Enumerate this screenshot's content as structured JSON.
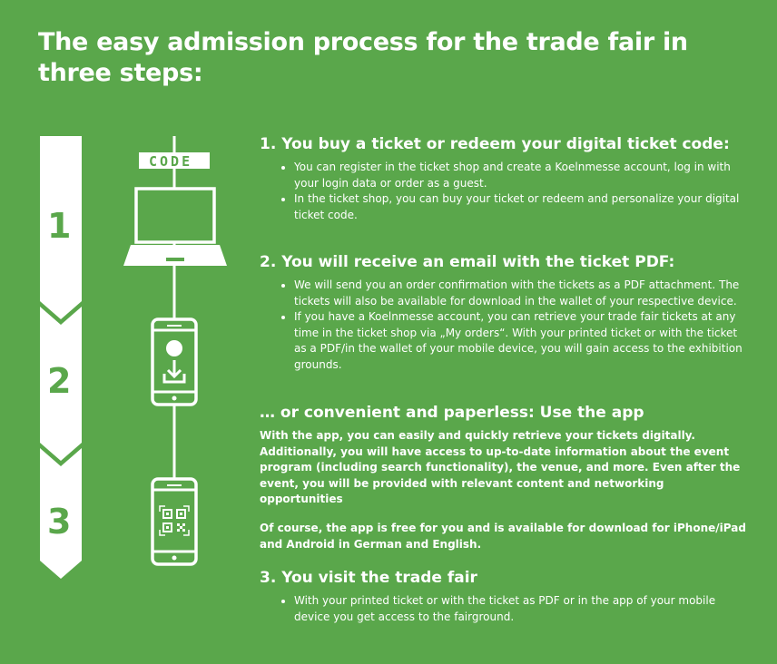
{
  "title": "The easy admission process for the trade fair in three steps:",
  "steps": {
    "numbers": [
      "1",
      "2",
      "3"
    ],
    "code_label": "CODE"
  },
  "icons": [
    "laptop-icon",
    "smartphone-download-icon",
    "smartphone-qr-icon"
  ],
  "section1": {
    "heading": "1. You buy a ticket or redeem your digital ticket code:",
    "bullets": [
      "You can register in the ticket shop and create a Koelnmesse account, log in with your login data or order as a guest.",
      "In the ticket shop, you can buy your ticket or redeem and personalize your digital ticket code."
    ]
  },
  "section2": {
    "heading": "2. You will receive an email with the ticket PDF:",
    "bullets": [
      "We will send you an order confirmation with the tickets as a PDF attachment. The tickets will also be available for download in the wallet of your respective device.",
      "If you have a Koelnmesse account, you can retrieve your trade fair tickets at any time in the ticket shop via „My orders“. With your printed ticket or with the ticket as a PDF/in the wallet of your mobile device, you will gain access to the exhibition grounds."
    ]
  },
  "section_app": {
    "heading": "… or convenient and paperless: Use the app",
    "paragraphs": [
      "With the app, you can easily and quickly retrieve your tickets digitally. Additionally, you will have access to up-to-date information about the event program (including search functionality), the venue, and more. Even after the event, you will be provided with relevant content and networking opportunities",
      "Of course, the app is free for you and is available for download for iPhone/iPad and Android in German and English."
    ]
  },
  "section3": {
    "heading": "3. You visit the trade fair",
    "bullets": [
      "With your printed ticket or with the ticket as PDF or in the app of your mobile device you get access to the fairground."
    ]
  }
}
